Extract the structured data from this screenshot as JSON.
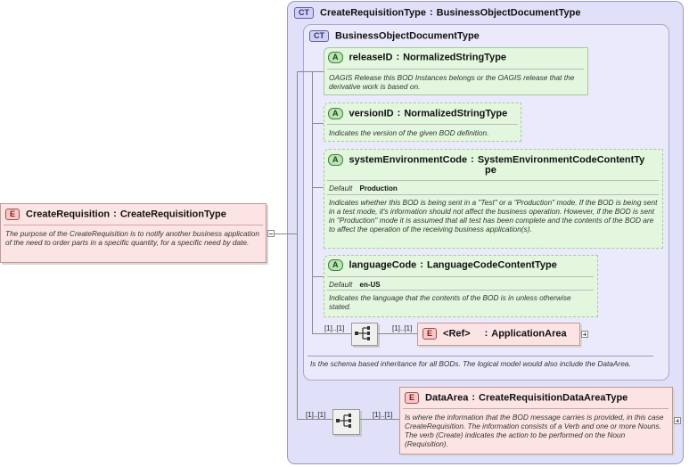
{
  "root": {
    "badge": "E",
    "name": "CreateRequisition",
    "sep": ":",
    "type": "CreateRequisitionType",
    "doc": "The purpose of the CreateRequisition is to notify another business application of the need to order parts in a specific quantity, for a specific need by date."
  },
  "outer": {
    "badge": "CT",
    "name": "CreateRequisitionType",
    "sep": ":",
    "base": "BusinessObjectDocumentType"
  },
  "inner": {
    "badge": "CT",
    "name": "BusinessObjectDocumentType",
    "doc": "Is the schema based inheritance for all BODs. The logical model would also include the DataArea."
  },
  "attributes": [
    {
      "badge": "A",
      "name": "releaseID",
      "sep": ":",
      "type": "NormalizedStringType",
      "doc": "OAGIS Release this BOD Instances belongs or the OAGIS release that the derivative work is based on."
    },
    {
      "badge": "A",
      "name": "versionID",
      "sep": ":",
      "type": "NormalizedStringType",
      "doc": "Indicates the version of the given BOD definition."
    },
    {
      "badge": "A",
      "name": "systemEnvironmentCode",
      "sep": ":",
      "type_line1": "SystemEnvironmentCodeContentTy",
      "type_line2": "pe",
      "default_label": "Default",
      "default_value": "Production",
      "doc": "Indicates whether this BOD is being sent in a \"Test\" or a \"Production\" mode. If the BOD is being sent in a test mode, it's information should not affect the business operation. However, if the BOD is sent in \"Production\" mode it is assumed that all test has been complete and the contents of the BOD are to affect the operation of the receiving business application(s)."
    },
    {
      "badge": "A",
      "name": "languageCode",
      "sep": ":",
      "type": "LanguageCodeContentType",
      "default_label": "Default",
      "default_value": "en-US",
      "doc": "Indicates the language that the contents of the BOD is in unless otherwise stated."
    }
  ],
  "seq1": {
    "mult_left": "[1]..[1]",
    "mult_right": "[1]..[1]"
  },
  "app_area": {
    "badge": "E",
    "name": "<Ref>",
    "sep": ":",
    "type": "ApplicationArea"
  },
  "seq2": {
    "mult_left": "[1]..[1]",
    "mult_right": "[1]..[1]"
  },
  "data_area": {
    "badge": "E",
    "name": "DataArea",
    "sep": ":",
    "type": "CreateRequisitionDataAreaType",
    "doc": "Is where the information that the BOD message carries is provided, in this case CreateRequisition. The information consists of a Verb and one or more Nouns. The verb (Create) indicates the action to be performed on the Noun (Requisition)."
  },
  "colors": {
    "element": "#fde4e4",
    "attribute": "#e2f7de",
    "complex": "#e4e4fa",
    "outer_complex": "#dcdcf6"
  }
}
